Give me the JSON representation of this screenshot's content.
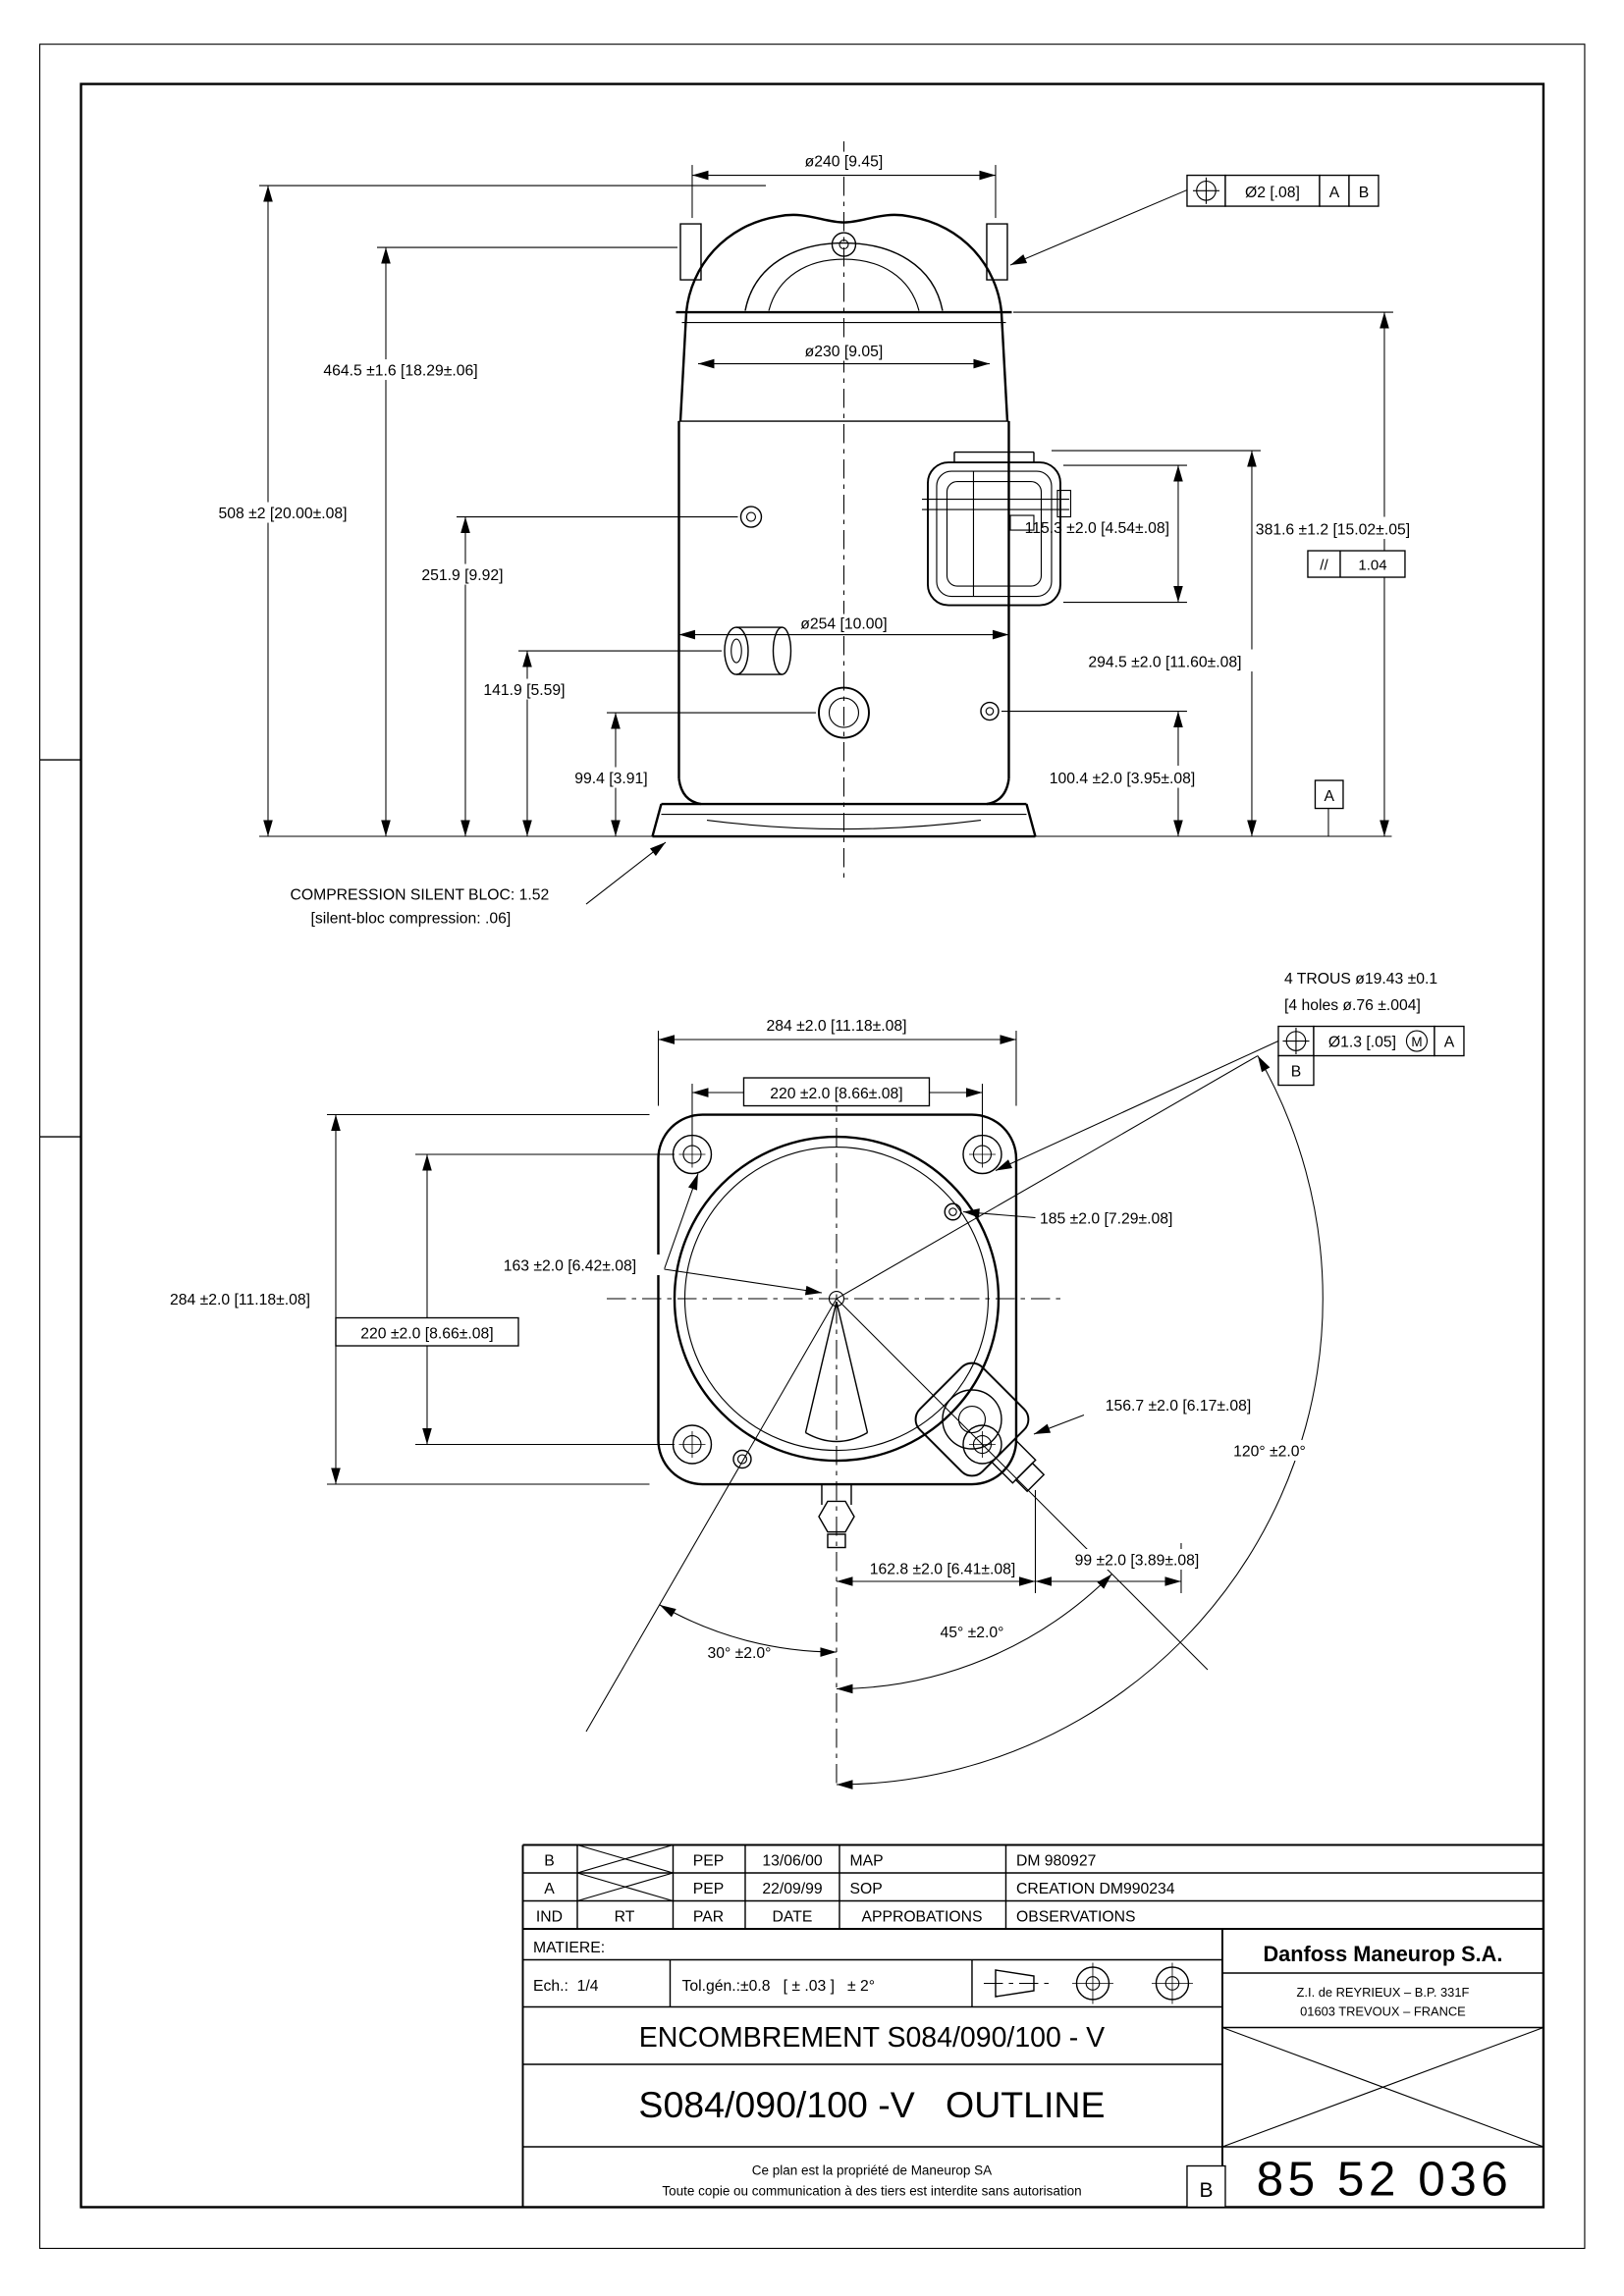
{
  "front_view": {
    "dia240": "ø240 [9.45]",
    "dia230": "ø230 [9.05]",
    "dia254": "ø254 [10.00]",
    "h4645": "464.5 ±1.6 [18.29±.06]",
    "h508": "508 ±2 [20.00±.08]",
    "h2519": "251.9 [9.92]",
    "h1419": "141.9 [5.59]",
    "h994": "99.4 [3.91]",
    "h1153": "115.3 ±2.0 [4.54±.08]",
    "h3816": "381.6 ±1.2 [15.02±.05]",
    "h2945": "294.5 ±2.0 [11.60±.08]",
    "h1004": "100.4 ±2.0 [3.95±.08]",
    "fcf_top": {
      "value": "Ø2 [.08]",
      "datum1": "A",
      "datum2": "B"
    },
    "parallel": {
      "symbol": "//",
      "value": "1.04"
    },
    "datum_a": "A",
    "silent1": "COMPRESSION SILENT BLOC: 1.52",
    "silent2": "[silent-bloc compression:  .06]"
  },
  "plan_view": {
    "holes1": "4 TROUS ø19.43 ±0.1",
    "holes2": "[4 holes ø.76 ±.004]",
    "fcf": {
      "value": "Ø1.3 [.05]",
      "modifier": "M",
      "datum1": "A",
      "datum2": "B"
    },
    "w284_top": "284 ±2.0 [11.18±.08]",
    "w220_top": "220 ±2.0 [8.66±.08]",
    "w284_left": "284 ±2.0 [11.18±.08]",
    "w220_left": "220 ±2.0 [8.66±.08]",
    "d185": "185 ±2.0 [7.29±.08]",
    "d163": "163 ±2.0 [6.42±.08]",
    "d1567": "156.7 ±2.0 [6.17±.08]",
    "d1628": "162.8 ±2.0 [6.41±.08]",
    "d99": "99 ±2.0 [3.89±.08]",
    "a120": "120° ±2.0°",
    "a30": "30° ±2.0°",
    "a45": "45° ±2.0°"
  },
  "title_block": {
    "rows": [
      {
        "ind": "B",
        "par": "PEP",
        "date": "13/06/00",
        "appro": "MAP",
        "obs": "DM 980927"
      },
      {
        "ind": "A",
        "par": "PEP",
        "date": "22/09/99",
        "appro": "SOP",
        "obs": "CREATION DM990234"
      }
    ],
    "head": {
      "ind": "IND",
      "rt": "RT",
      "par": "PAR",
      "date": "DATE",
      "appro": "APPROBATIONS",
      "obs": "OBSERVATIONS"
    },
    "matiere": "MATIERE:",
    "scale": "Ech.:  1/4",
    "tol": "Tol.gén.:±0.8   [ ± .03 ]   ± 2°",
    "title_fr": "ENCOMBREMENT S084/090/100 - V",
    "title_en": "S084/090/100 -V   OUTLINE",
    "company": "Danfoss Maneurop S.A.",
    "addr1": "Z.I. de REYRIEUX – B.P. 331F",
    "addr2": "01603 TREVOUX – FRANCE",
    "note1": "Ce plan est la propriété de Maneurop SA",
    "note2": "Toute copie ou communication à des tiers est interdite sans autorisation",
    "rev": "B",
    "number": "85 52 036"
  }
}
